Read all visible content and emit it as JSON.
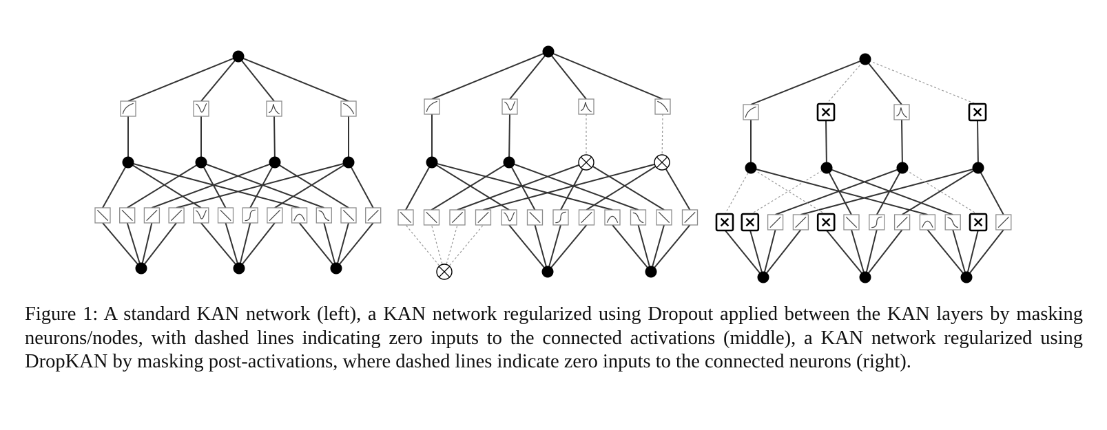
{
  "figure": {
    "panels": [
      {
        "name": "standard-kan",
        "dropout_mode": "none"
      },
      {
        "name": "dropout-kan",
        "dropout_mode": "neurons",
        "dropped_hidden": [
          2,
          3
        ],
        "dropped_inputs": [
          0
        ]
      },
      {
        "name": "dropkan",
        "dropout_mode": "post-activations",
        "dropped_top": [
          1,
          3
        ],
        "dropped_bottom": [
          0,
          1,
          4,
          10
        ]
      }
    ],
    "icons": {
      "activation": "spline-activation-icon",
      "masked_neuron": "circle-times-icon",
      "masked_activation": "boxed-x-icon"
    },
    "colors": {
      "node": "#000000",
      "edge": "#333333",
      "box": "#8c8c8c",
      "dashed": "#999999"
    }
  },
  "caption": {
    "text": "Figure 1: A standard KAN network (left), a KAN network regularized using Dropout applied between the KAN layers by masking neurons/nodes, with dashed lines indicating zero inputs to the connected activations (middle), a KAN network regularized using DropKAN by masking post-activations, where dashed lines indicate zero inputs to the connected neurons (right)."
  }
}
